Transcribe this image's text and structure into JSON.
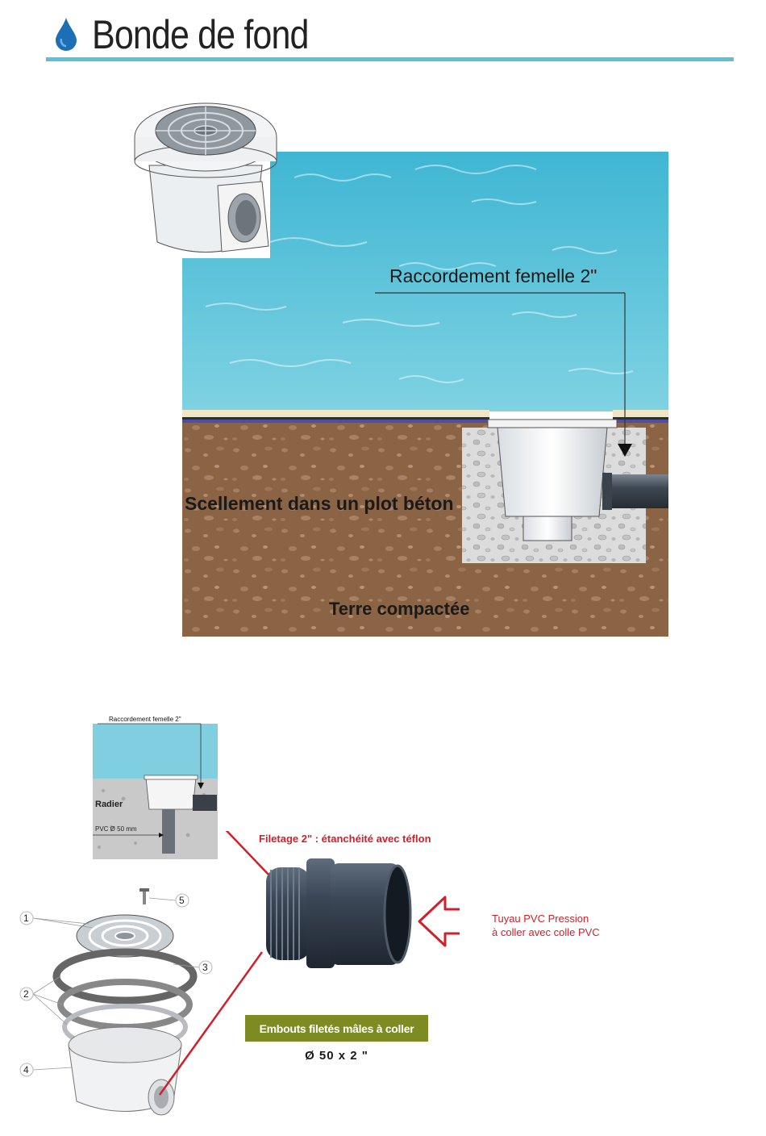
{
  "header": {
    "title": "Bonde de fond"
  },
  "main_diagram": {
    "connection_label": "Raccordement femelle  2\"",
    "sealing_label": "Scellement dans un plot béton",
    "soil_label": "Terre compactée"
  },
  "small_diagram": {
    "connection_label": "Raccordement femelle  2\"",
    "floor_label": "Radier",
    "pipe_label": "PVC  Ø 50 mm"
  },
  "exploded_view": {
    "callouts": [
      "1",
      "2",
      "3",
      "4",
      "5"
    ]
  },
  "fitting": {
    "thread_note": "Filetage 2\" : étanchéité avec téflon",
    "pipe_note_line1": "Tuyau PVC Pression",
    "pipe_note_line2": "à coller avec colle PVC",
    "badge": "Embouts filetés mâles à coller",
    "size": "Ø 50  x  2 \""
  },
  "colors": {
    "accent_rule": "#5bc1d7",
    "water": "#58c0d6",
    "soil": "#8a6444",
    "badge": "#7e8a22",
    "note_red": "#d0202b"
  }
}
